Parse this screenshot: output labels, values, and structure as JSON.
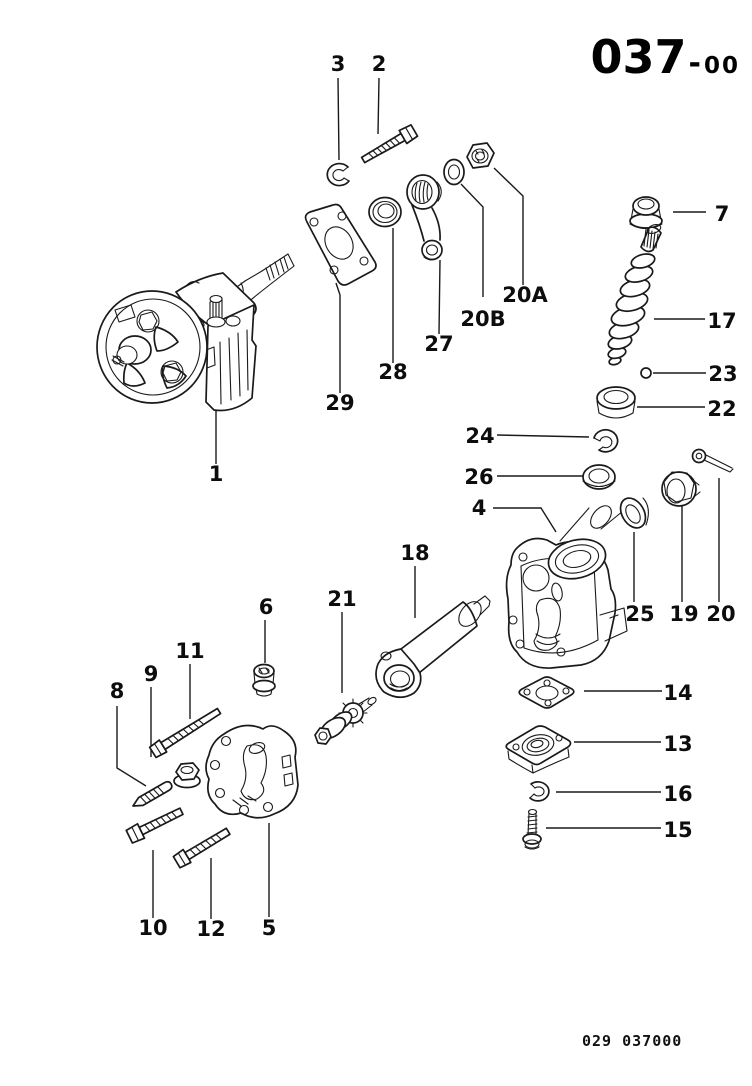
{
  "header": {
    "code_main": "037",
    "code_dash": "-",
    "code_sub": "00"
  },
  "footer": {
    "doc_code": "029 037000"
  },
  "diagram": {
    "type": "exploded-parts-diagram",
    "subject": "steering gear assembly"
  },
  "colors": {
    "ink": "#1a1a1a",
    "paper": "#ffffff"
  },
  "callouts": [
    {
      "label": "1"
    },
    {
      "label": "2"
    },
    {
      "label": "3"
    },
    {
      "label": "4"
    },
    {
      "label": "5"
    },
    {
      "label": "6"
    },
    {
      "label": "7"
    },
    {
      "label": "8"
    },
    {
      "label": "9"
    },
    {
      "label": "10"
    },
    {
      "label": "11"
    },
    {
      "label": "12"
    },
    {
      "label": "13"
    },
    {
      "label": "14"
    },
    {
      "label": "15"
    },
    {
      "label": "16"
    },
    {
      "label": "17"
    },
    {
      "label": "18"
    },
    {
      "label": "19"
    },
    {
      "label": "20"
    },
    {
      "label": "20A"
    },
    {
      "label": "20B"
    },
    {
      "label": "21"
    },
    {
      "label": "22"
    },
    {
      "label": "23"
    },
    {
      "label": "24"
    },
    {
      "label": "25"
    },
    {
      "label": "26"
    },
    {
      "label": "27"
    },
    {
      "label": "28"
    },
    {
      "label": "29"
    }
  ]
}
